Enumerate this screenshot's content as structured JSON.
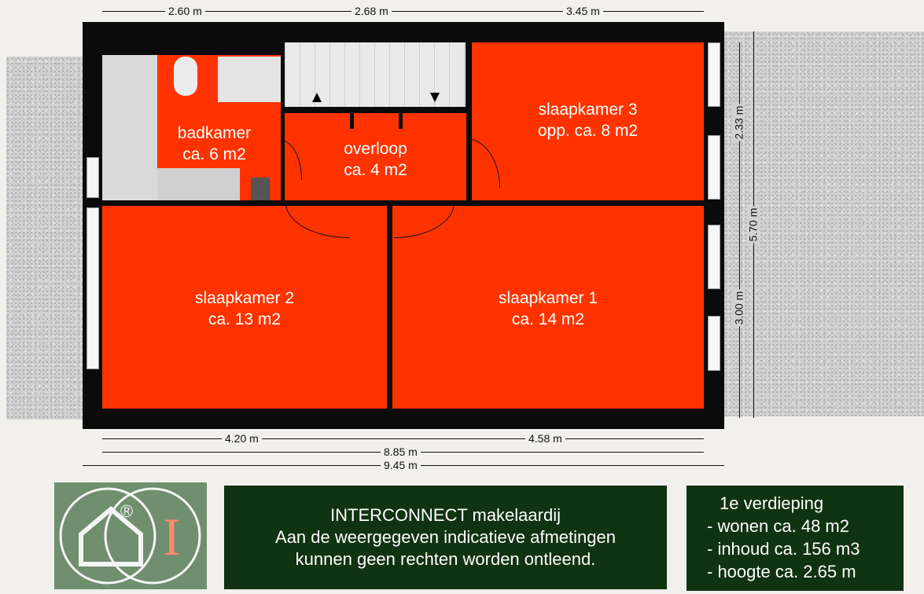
{
  "rooms": {
    "badkamer": {
      "name": "badkamer",
      "area": "ca. 6 m2"
    },
    "overloop": {
      "name": "overloop",
      "area": "ca. 4 m2"
    },
    "slaapkamer3": {
      "name": "slaapkamer 3",
      "area": "opp. ca. 8 m2"
    },
    "slaapkamer2": {
      "name": "slaapkamer 2",
      "area": "ca. 13 m2"
    },
    "slaapkamer1": {
      "name": "slaapkamer 1",
      "area": "ca. 14 m2"
    }
  },
  "dimensions": {
    "top": [
      "2.60 m",
      "2.68 m",
      "3.45 m"
    ],
    "bottom": [
      "4.20 m",
      "4.58 m"
    ],
    "inner_total": "8.85 m",
    "outer_total": "9.45 m",
    "right_top": "2.33 m",
    "right_bottom": "3.00 m",
    "right_total": "5.70 m"
  },
  "footer": {
    "logo_letter": "I",
    "logo_mark": "®",
    "company": "INTERCONNECT makelaardij",
    "disclaimer_1": "Aan de weergegeven indicatieve afmetingen",
    "disclaimer_2": "kunnen geen rechten worden ontleend.",
    "floor": "1e verdieping",
    "stat_1": "- wonen ca. 48 m2",
    "stat_2": "- inhoud ca. 156 m3",
    "stat_3": "- hoogte ca. 2.65 m"
  },
  "colors": {
    "room": "#ff3300",
    "wall": "#0b0b0b",
    "panel": "#103312"
  }
}
